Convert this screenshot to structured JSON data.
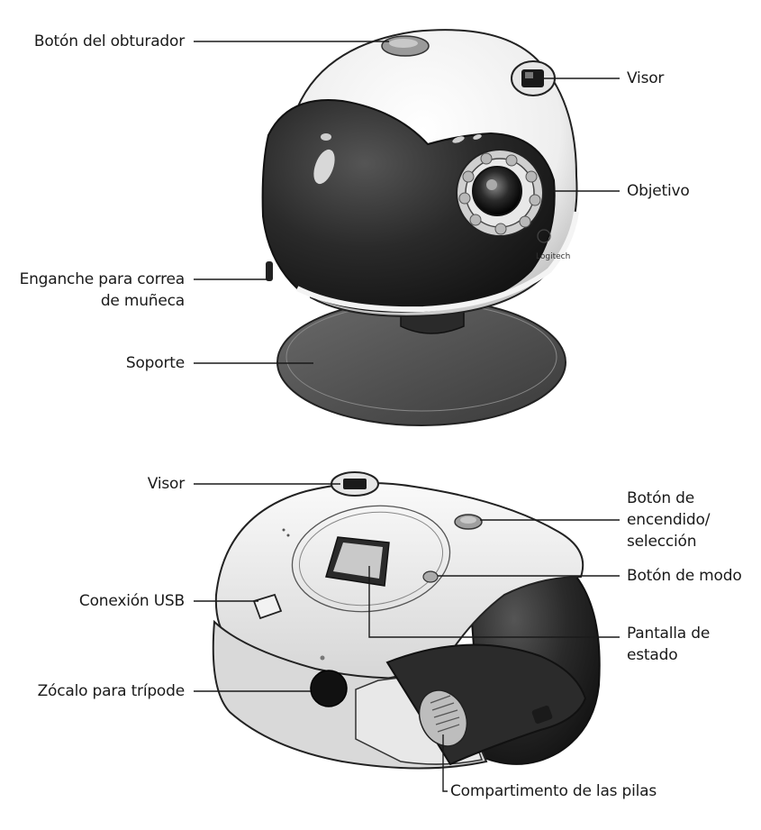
{
  "labels": {
    "shutter_button": "Botón del obturador",
    "viewfinder_front": "Visor",
    "lens": "Objetivo",
    "strap_hook_line1": "Enganche para correa",
    "strap_hook_line2": "de muñeca",
    "stand": "Soporte",
    "viewfinder_back": "Visor",
    "power_line1": "Botón de",
    "power_line2": "encendido/",
    "power_line3": "selección",
    "mode_button": "Botón de modo",
    "usb": "Conexión USB",
    "status_line1": "Pantalla de",
    "status_line2": "estado",
    "tripod": "Zócalo para trípode",
    "battery": "Compartimento de las pilas"
  },
  "logo": "Logitech"
}
